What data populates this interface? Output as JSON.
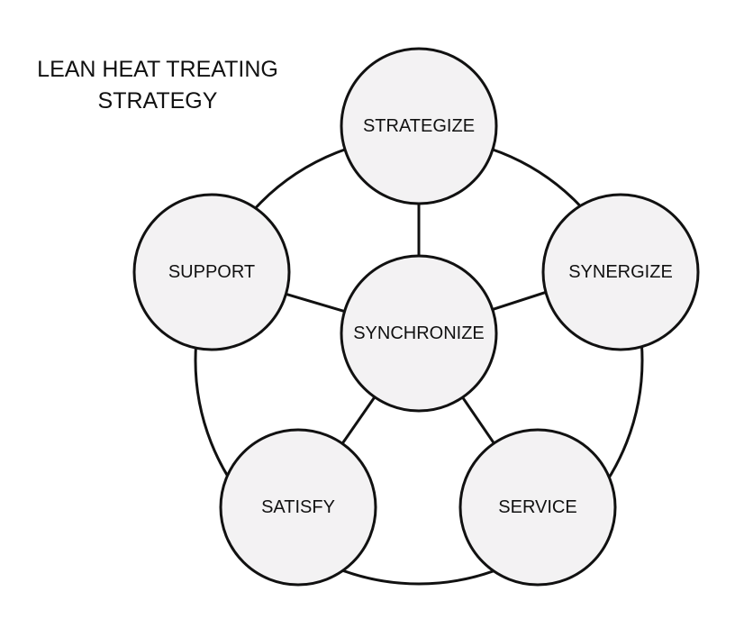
{
  "title": {
    "line1": "LEAN HEAT TREATING",
    "line2": "STRATEGY"
  },
  "center": {
    "label": "SYNCHRONIZE"
  },
  "nodes": [
    {
      "label": "STRATEGIZE"
    },
    {
      "label": "SYNERGIZE"
    },
    {
      "label": "SERVICE"
    },
    {
      "label": "SATISFY"
    },
    {
      "label": "SUPPORT"
    }
  ],
  "colors": {
    "node_fill": "#f3f2f3",
    "stroke": "#111111",
    "text": "#111111",
    "background": "#ffffff"
  }
}
